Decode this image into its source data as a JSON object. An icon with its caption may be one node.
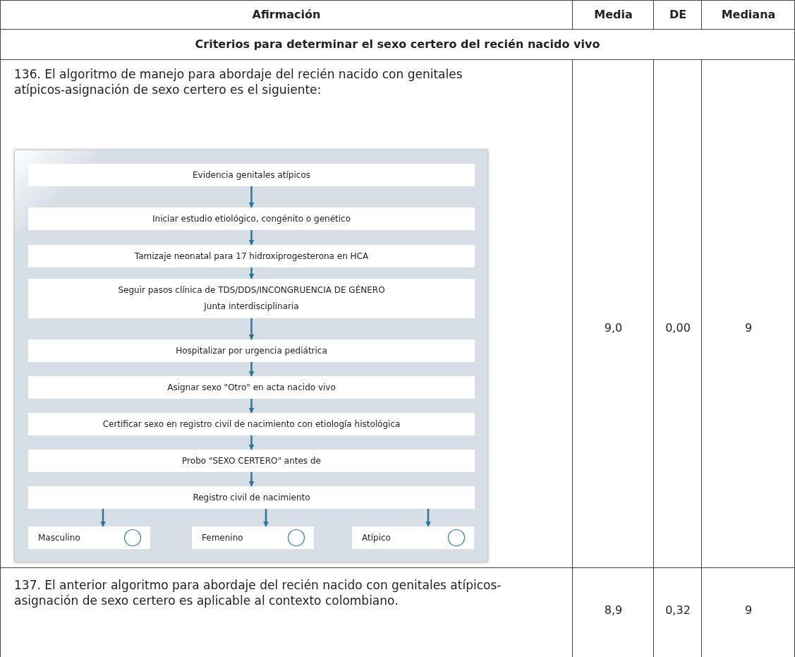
{
  "diagram": {
    "nodes": [
      {
        "text": [
          "Evidencia genitales atípicos"
        ]
      },
      {
        "text": [
          "Iniciar estudio etiológico, congénito o genético"
        ]
      },
      {
        "text": [
          "Tamizaje neonatal para 17 hidroxiprogesterona en HCA"
        ]
      },
      {
        "text": [
          "Seguir pasos clínica de TDS/DDS/INCONGRUENCIA DE GÉNERO",
          "Junta interdisciplinaria"
        ]
      },
      {
        "text": [
          "Hospitalizar por urgencia pediátrica"
        ]
      },
      {
        "text": [
          "Asignar sexo \"Otro\" en acta nacido vivo"
        ]
      },
      {
        "text": [
          "Certificar sexo en registro civil de nacimiento con etiología histológica"
        ]
      },
      {
        "text": [
          "Probo \"SEXO CERTERO\" antes de"
        ]
      },
      {
        "text": [
          "Registro civil de nacimiento"
        ]
      },
      {
        "text": [
          "Masculino"
        ]
      },
      {
        "text": [
          "Femenino"
        ]
      },
      {
        "text": [
          "Atípico"
        ]
      }
    ],
    "edges": [
      {
        "from": 0,
        "to": 1,
        "arrow": "to"
      },
      {
        "from": 1,
        "to": 2,
        "arrow": "to"
      },
      {
        "from": 2,
        "to": 3,
        "arrow": "to"
      },
      {
        "from": 3,
        "to": 4,
        "arrow": "to"
      },
      {
        "from": 4,
        "to": 5,
        "arrow": "to"
      },
      {
        "from": 5,
        "to": 6,
        "arrow": "to"
      },
      {
        "from": 6,
        "to": 7,
        "arrow": "to"
      },
      {
        "from": 7,
        "to": 8,
        "arrow": "to"
      },
      {
        "from": 8,
        "to": 9,
        "arrow": "to"
      },
      {
        "from": 8,
        "to": 10,
        "arrow": "to"
      },
      {
        "from": 8,
        "to": 11,
        "arrow": "to"
      }
    ],
    "labels": [
      "Afirmación",
      "Media",
      "DE",
      "Mediana",
      "Criterios para determinar el sexo certero del recién nacido vivo",
      "136. El algoritmo de manejo para abordaje del recién nacido con genitales atípicos-asignación de sexo certero es el siguiente:",
      "9,0",
      "0,00",
      "9",
      "137. El anterior algoritmo para abordaje del recién nacido con genitales atípicos-asignación de sexo certero es aplicable al contexto colombiano.",
      "8,9",
      "0,32",
      "9"
    ]
  }
}
